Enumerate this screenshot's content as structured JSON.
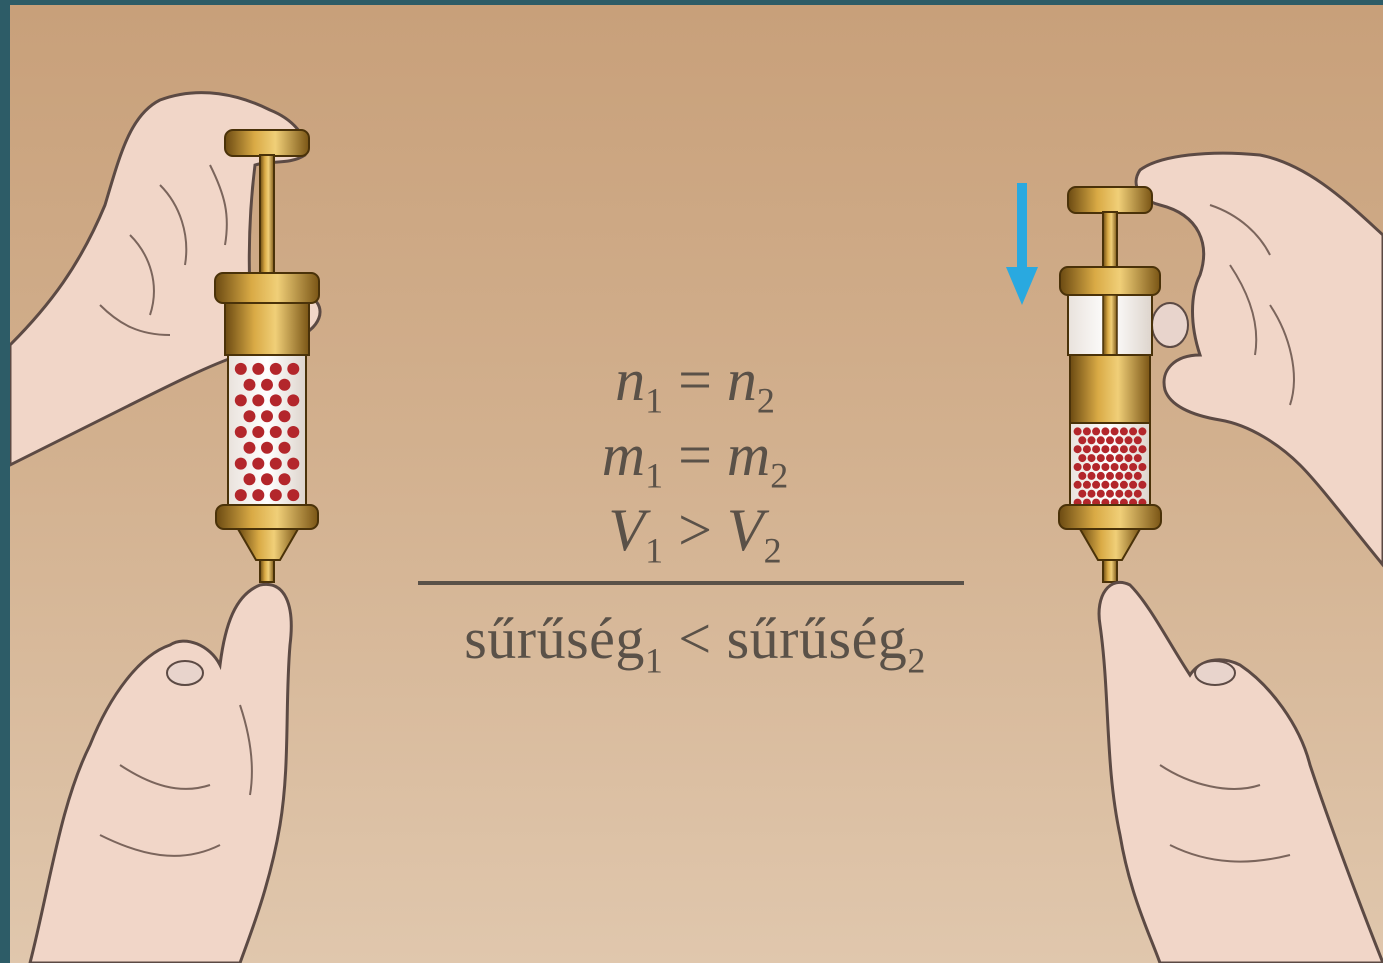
{
  "diagram": {
    "formula": {
      "line1": {
        "lhs": "n",
        "lhs_sub": "1",
        "op": "=",
        "rhs": "n",
        "rhs_sub": "2"
      },
      "line2": {
        "lhs": "m",
        "lhs_sub": "1",
        "op": "=",
        "rhs": "m",
        "rhs_sub": "2"
      },
      "line3": {
        "lhs": "V",
        "lhs_sub": "1",
        "op": ">",
        "rhs": "V",
        "rhs_sub": "2"
      },
      "result": {
        "lhs": "sűrűség",
        "lhs_sub": "1",
        "op": "<",
        "rhs": "sűrűség",
        "rhs_sub": "2"
      }
    },
    "colors": {
      "background_frame": "#2d5c67",
      "background_top": "#c8a07a",
      "background_bottom": "#e0c7ad",
      "particle": "#b3262b",
      "brass": "#b8862a",
      "arrow": "#29a9e0",
      "skin": "#f1d6c8",
      "text": "#5a5148"
    },
    "icons": [
      "left-hand-syringe-icon",
      "right-hand-syringe-icon",
      "compression-arrow-icon"
    ]
  }
}
